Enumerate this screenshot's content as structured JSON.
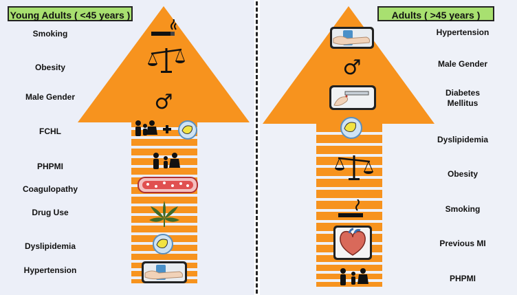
{
  "left": {
    "header": "Young Adults ( <45 years )",
    "factors": [
      "Smoking",
      "Obesity",
      "Male Gender",
      "FCHL",
      "PHPMI",
      "Coagulopathy",
      "Drug Use",
      "Dyslipidemia",
      "Hypertension"
    ]
  },
  "right": {
    "header": "Adults ( >45 years )",
    "factors": [
      "Hypertension",
      "Male Gender",
      "Diabetes Mellitus",
      "Dyslipidemia",
      "Obesity",
      "Smoking",
      "Previous MI",
      "PHPMI"
    ]
  },
  "icons": {
    "smoking": "cigarette-icon",
    "obesity": "scale-icon",
    "male_gender": "male-symbol-icon",
    "fchl": "family-plus-liver-icon",
    "phpmi": "family-icon",
    "coagulopathy": "blood-vessel-icon",
    "drug_use": "cannabis-leaf-icon",
    "dyslipidemia": "liver-icon",
    "hypertension": "blood-pressure-cuff-icon",
    "diabetes": "glucose-test-icon",
    "previous_mi": "heart-icon"
  },
  "male_symbol": "♂",
  "plus_symbol": "+",
  "colors": {
    "arrow": "#f7931e",
    "header_bg": "#a8e070",
    "left_panel_bg": "#e9eef9",
    "right_panel_bg": "#eef2f9"
  }
}
